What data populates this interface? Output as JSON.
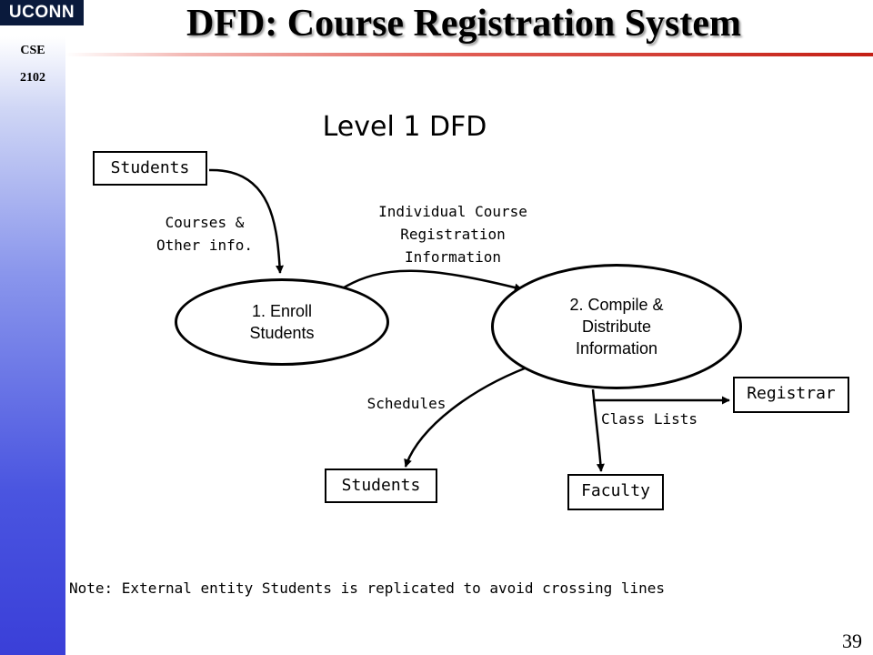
{
  "header": {
    "logo": "UCONN",
    "course_line1": "CSE",
    "course_line2": "2102",
    "title": "DFD: Course Registration System"
  },
  "diagram": {
    "subtitle": "Level 1 DFD",
    "entities": {
      "students_top": "Students",
      "students_bottom": "Students",
      "registrar": "Registrar",
      "faculty": "Faculty"
    },
    "processes": {
      "enroll": "1. Enroll\nStudents",
      "compile": "2. Compile &\nDistribute\nInformation"
    },
    "flows": {
      "courses_info": "Courses &\nOther info.",
      "registration_info": "Individual Course\nRegistration\nInformation",
      "schedules": "Schedules",
      "class_lists": "Class Lists"
    }
  },
  "footer": {
    "note": "Note: External entity Students is replicated to avoid crossing lines",
    "page_number": "39"
  }
}
